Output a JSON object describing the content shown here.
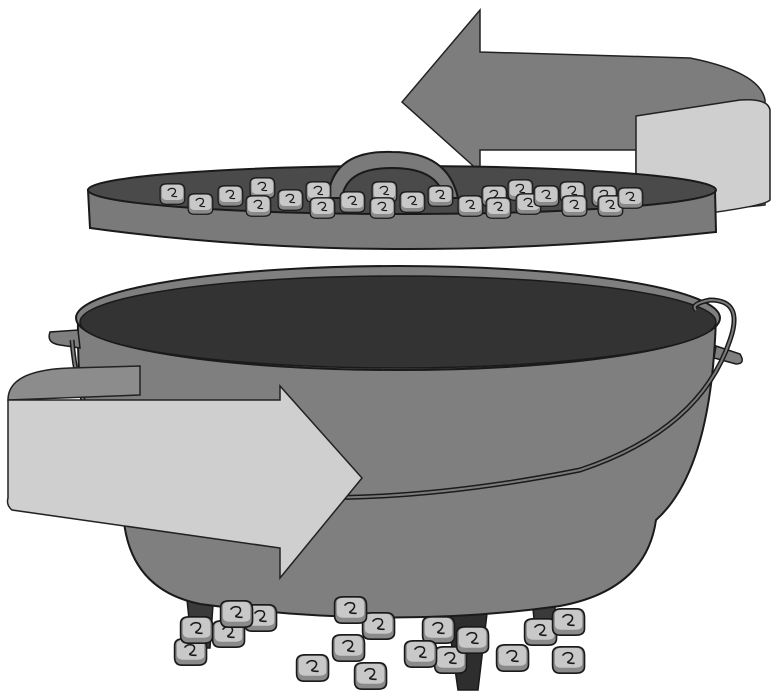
{
  "illustration": {
    "subject": "dutch-oven-coal-rotation",
    "colors": {
      "background": "#ffffff",
      "pot_body": "#7f7f7f",
      "pot_interior": "#333333",
      "lid_top": "#4a4a4a",
      "lid_side": "#7a7a7a",
      "outline": "#1a1a1a",
      "coal_fill": "#c8c8c8",
      "coal_shadow": "#8a8a8a",
      "arrow_lid_dark": "#7d7d7d",
      "arrow_lid_light": "#cfcfcf",
      "arrow_pot_light": "#cfcfcf",
      "arrow_pot_dark": "#8c8c8c"
    },
    "arrows": [
      {
        "name": "lid-rotation-arrow",
        "direction": "counter-clockwise"
      },
      {
        "name": "pot-rotation-arrow",
        "direction": "clockwise"
      }
    ],
    "lid_coal_count": 24,
    "base_coal_count": 18
  }
}
